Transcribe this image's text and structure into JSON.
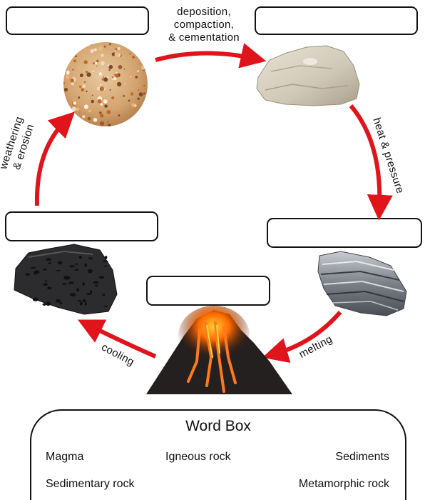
{
  "processes": {
    "deposition": [
      "deposition,",
      "compaction,",
      "& cementation"
    ],
    "heat_pressure": "heat & pressure",
    "melting": "melting",
    "cooling": "cooling",
    "weathering": [
      "weathering",
      "& erosion"
    ]
  },
  "word_box": {
    "title": "Word Box",
    "words": [
      "Magma",
      "Igneous rock",
      "Sediments",
      "Sedimentary rock",
      "Metamorphic rock"
    ]
  },
  "colors": {
    "arrow": "#e0141b",
    "border": "#111111"
  },
  "icons": [
    "sand-sediments-image",
    "sedimentary-rock-image",
    "metamorphic-rock-image",
    "volcano-magma-image",
    "igneous-rock-image"
  ]
}
